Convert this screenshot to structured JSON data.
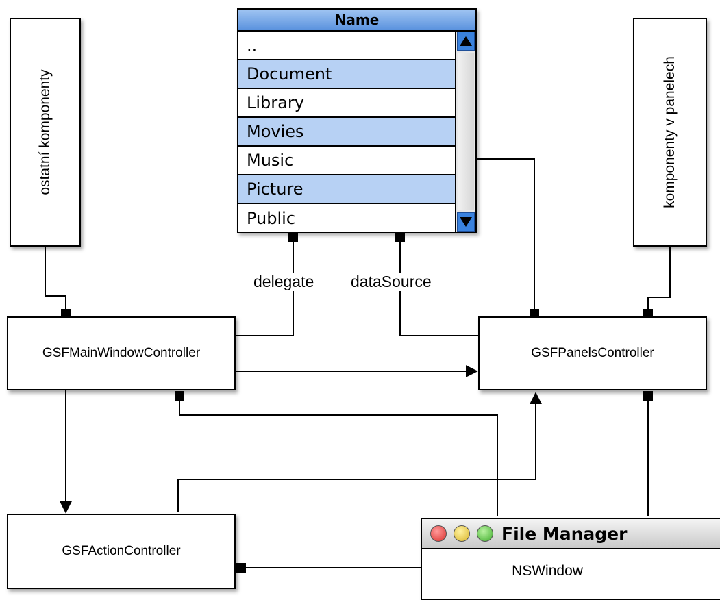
{
  "side_boxes": {
    "left": "ostatní komponenty",
    "right": "komponenty v panelech"
  },
  "file_list": {
    "header": "Name",
    "rows": [
      "..",
      "Document",
      "Library",
      "Movies",
      "Music",
      "Picture",
      "Public"
    ]
  },
  "edge_labels": {
    "delegate": "delegate",
    "data_source": "dataSource"
  },
  "controllers": {
    "main_window": "GSFMainWindowController",
    "panels": "GSFPanelsController",
    "action": "GSFActionController"
  },
  "window": {
    "title": "File Manager",
    "content": "NSWindow"
  }
}
